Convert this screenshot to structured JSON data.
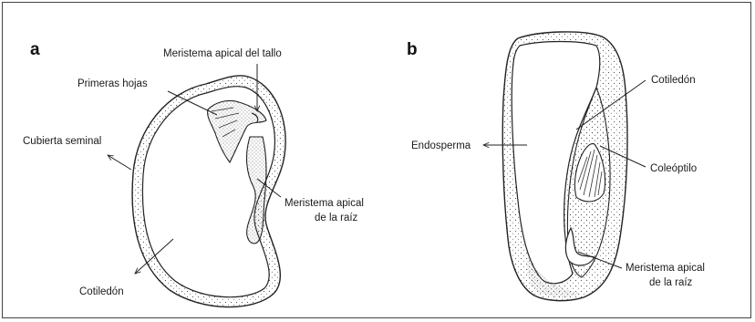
{
  "panels": {
    "a": {
      "letter": "a",
      "labels": {
        "meristema_tallo": "Meristema apical del  tallo",
        "primeras_hojas": "Primeras hojas",
        "cubierta_seminal": "Cubierta seminal",
        "meristema_raiz_1": "Meristema apical",
        "meristema_raiz_2": "de la raíz",
        "cotiledon": "Cotiledón"
      }
    },
    "b": {
      "letter": "b",
      "labels": {
        "cotiledon": "Cotiledón",
        "endosperma": "Endosperma",
        "coleoptilo": "Coleóptilo",
        "meristema_raiz_1": "Meristema apical",
        "meristema_raiz_2": "de la raíz"
      }
    }
  },
  "colors": {
    "line": "#222222",
    "stipple": "#555555",
    "border": "#444444"
  }
}
